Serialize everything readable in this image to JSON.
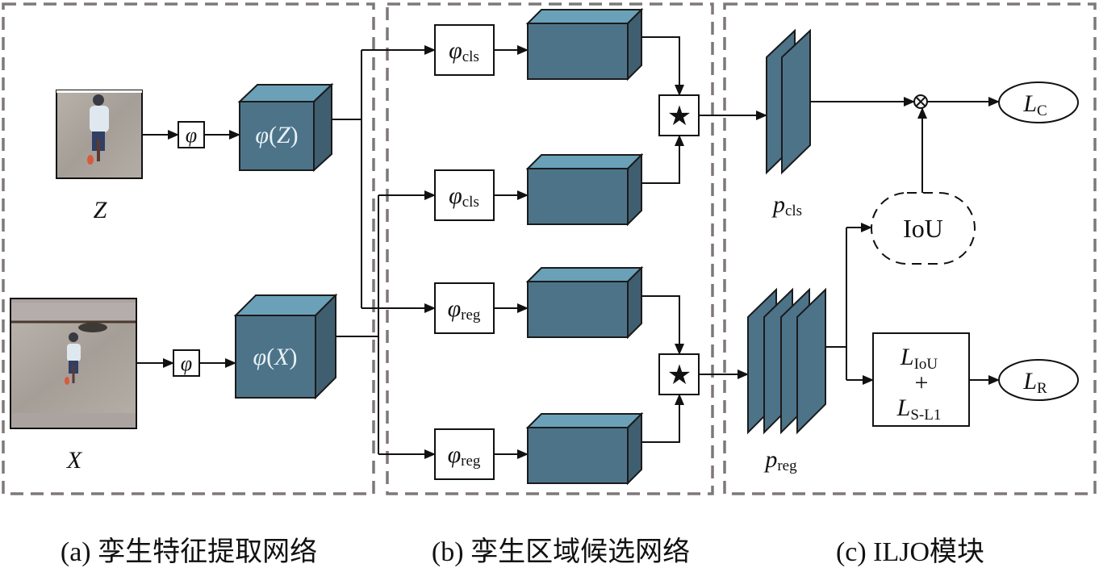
{
  "panels": {
    "a": {
      "caption": "(a) 孪生特征提取网络"
    },
    "b": {
      "caption": "(b) 孪生区域候选网络"
    },
    "c": {
      "caption": "(c)  ILJO模块"
    }
  },
  "feature_extraction": {
    "template_label": "Z",
    "search_label": "X",
    "backbone_symbol": "φ",
    "template_feature": {
      "func": "φ",
      "arg": "Z"
    },
    "search_feature": {
      "func": "φ",
      "arg": "X"
    }
  },
  "rpn": {
    "branches": [
      {
        "symbol": "φ",
        "subscript": "cls"
      },
      {
        "symbol": "φ",
        "subscript": "cls"
      },
      {
        "symbol": "φ",
        "subscript": "reg"
      },
      {
        "symbol": "φ",
        "subscript": "reg"
      }
    ],
    "correlation_symbol": "★"
  },
  "iljo": {
    "p_cls": {
      "symbol": "p",
      "subscript": "cls"
    },
    "p_reg": {
      "symbol": "p",
      "subscript": "reg"
    },
    "multiply_symbol": "⊗",
    "iou_label": "IoU",
    "loss_c": {
      "symbol": "L",
      "subscript": "C"
    },
    "loss_r": {
      "symbol": "L",
      "subscript": "R"
    },
    "loss_box": {
      "top": {
        "symbol": "L",
        "subscript": "IoU"
      },
      "plus": "+",
      "bottom": {
        "symbol": "L",
        "subscript": "S-L1"
      }
    }
  },
  "colors": {
    "feature_front": "#4d7389",
    "feature_top": "#6aa1b8",
    "feature_side": "#3f5f70",
    "panel_border": "#7f7878"
  }
}
